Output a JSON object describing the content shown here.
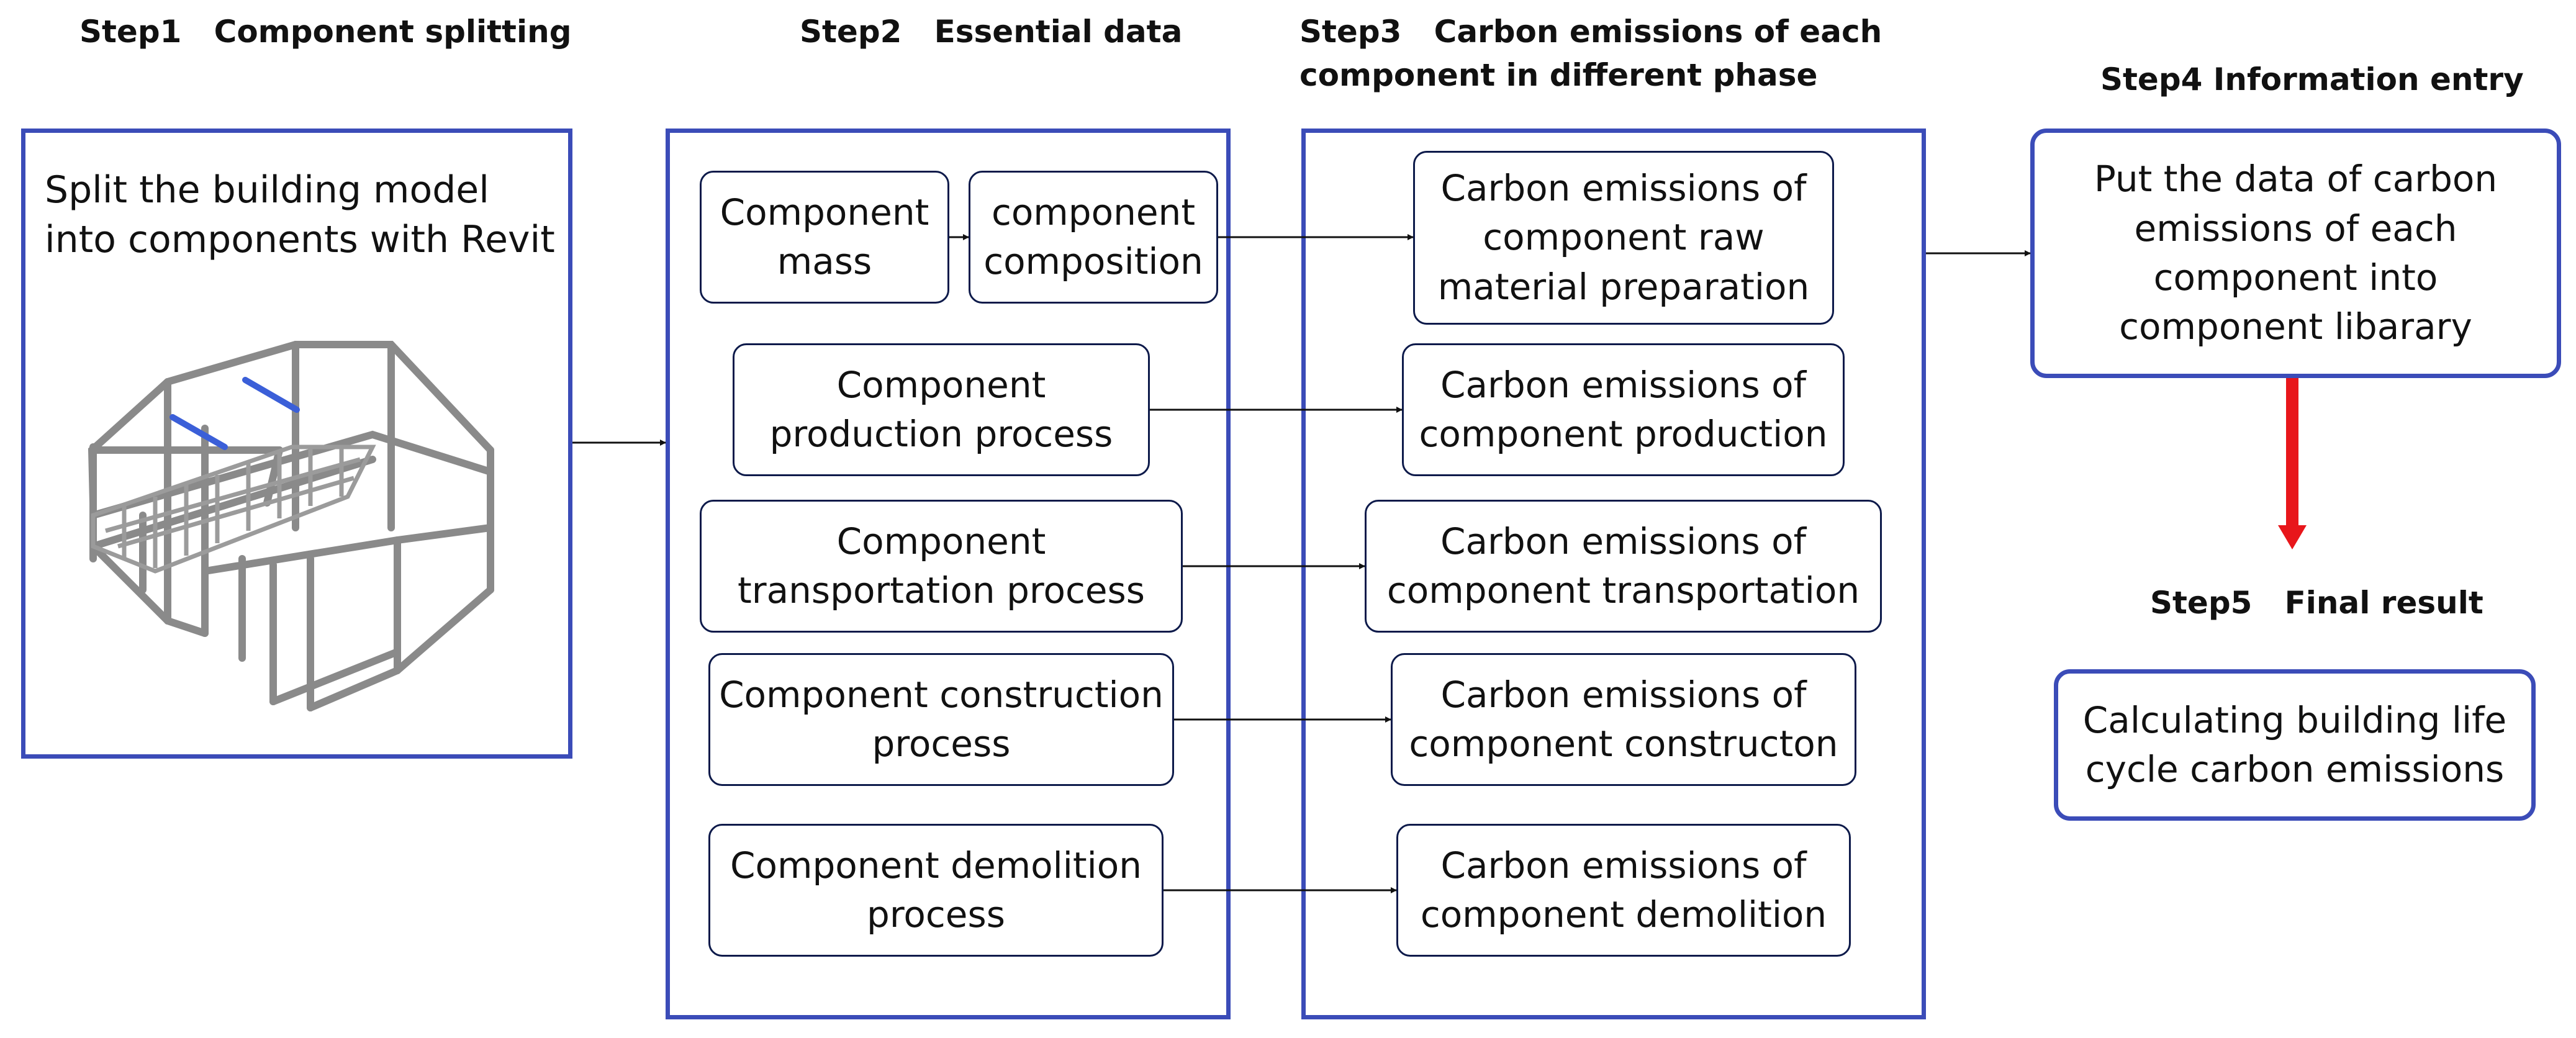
{
  "colors": {
    "panel_border": "#3b4cb8",
    "box_border": "#0d1a4a",
    "emphasis_arrow": "#e8161b",
    "beam_highlight": "#3b5fd8"
  },
  "step1": {
    "title": "Step1   Component splitting",
    "text_line1": "Split the building model",
    "text_line2": "into components with Revit",
    "image": "building-frame-model"
  },
  "step2": {
    "title": "Step2   Essential data",
    "mass": "Component mass",
    "composition": "component composition",
    "production": "Component production process",
    "transportation": "Component transportation process",
    "construction": "Component construction process",
    "demolition": "Component demolition process"
  },
  "step3": {
    "title_line1": "Step3   Carbon emissions of each",
    "title_line2": "component in different phase",
    "raw_material": "Carbon emissions of component raw material preparation",
    "production": "Carbon emissions of component production",
    "transportation": "Carbon emissions of component transportation",
    "construction": "Carbon emissions of component constructon",
    "demolition": "Carbon emissions of component demolition"
  },
  "step4": {
    "title": "Step4 Information entry",
    "text": "Put the data of carbon emissions of each component into component libarary"
  },
  "step5": {
    "title": "Step5   Final result",
    "text": "Calculating building life cycle carbon emissions"
  }
}
